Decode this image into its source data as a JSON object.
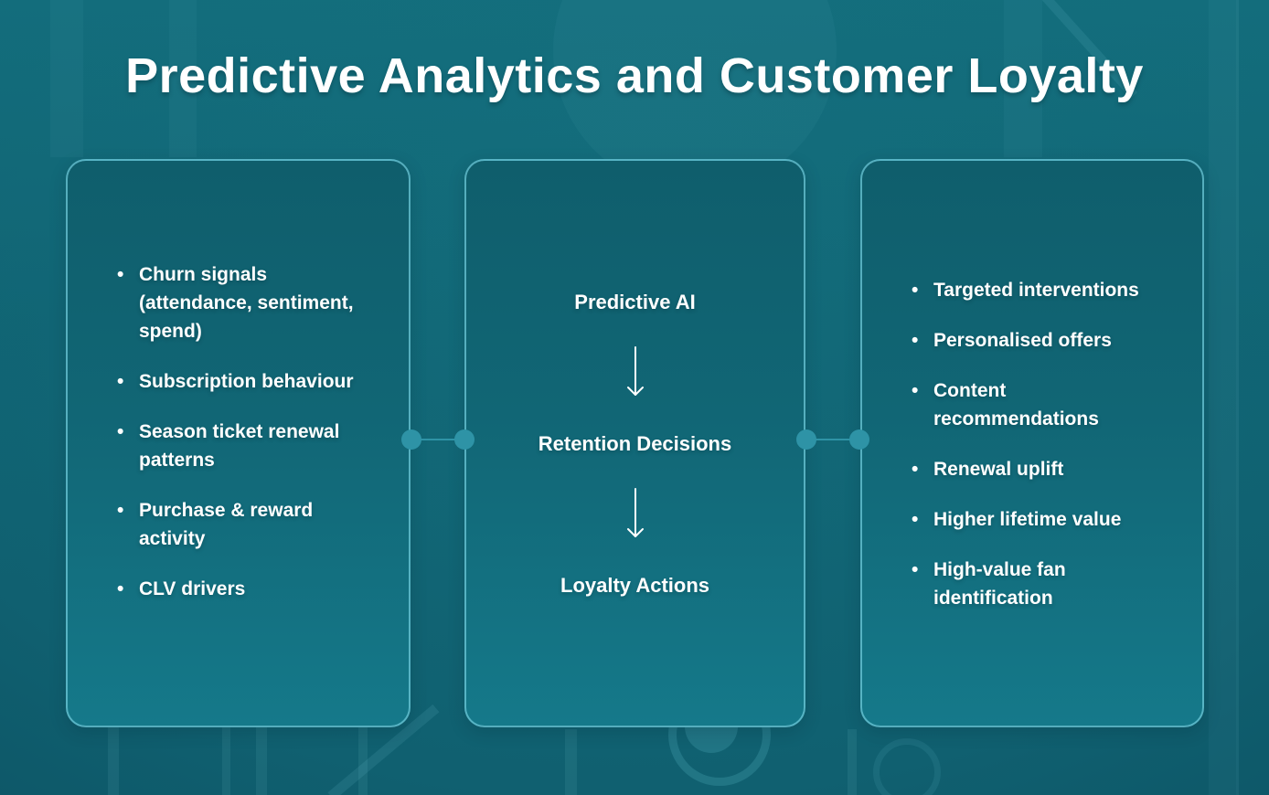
{
  "title": "Predictive Analytics and Customer Loyalty",
  "ui": {
    "bullet_glyph": "•"
  },
  "colors": {
    "background_top": "#136D7C",
    "background_bottom": "#0A4A5A",
    "card_fill_top": "#0F5E6C",
    "card_fill_bottom": "#15798A",
    "card_border": "#6EC8D8",
    "connector": "#2E93A6",
    "text": "#FFFFFF"
  },
  "cards": {
    "inputs": {
      "items": [
        "Churn signals (attendance, sentiment, spend)",
        "Subscription behaviour",
        "Season ticket renewal patterns",
        "Purchase & reward activity",
        "CLV drivers"
      ]
    },
    "process": {
      "steps": [
        "Predictive AI",
        "Retention Decisions",
        "Loyalty Actions"
      ]
    },
    "outcomes": {
      "items": [
        "Targeted interventions",
        "Personalised offers",
        "Content recommendations",
        "Renewal uplift",
        "Higher lifetime value",
        "High-value fan identification"
      ]
    }
  }
}
